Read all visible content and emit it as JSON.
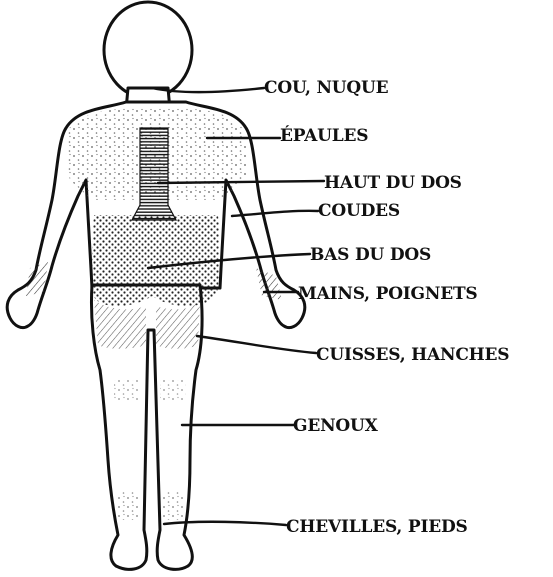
{
  "diagram": {
    "labels": [
      {
        "id": "neck",
        "text": "COU, NUQUE"
      },
      {
        "id": "shoulders",
        "text": "ÉPAULES"
      },
      {
        "id": "upper-back",
        "text": "HAUT DU DOS"
      },
      {
        "id": "elbows",
        "text": "COUDES"
      },
      {
        "id": "lower-back",
        "text": "BAS DU DOS"
      },
      {
        "id": "hands-wrists",
        "text": "MAINS, POIGNETS"
      },
      {
        "id": "thighs-hips",
        "text": "CUISSES, HANCHES"
      },
      {
        "id": "knees",
        "text": "GENOUX"
      },
      {
        "id": "ankles-feet",
        "text": "CHEVILLES, PIEDS"
      }
    ]
  }
}
